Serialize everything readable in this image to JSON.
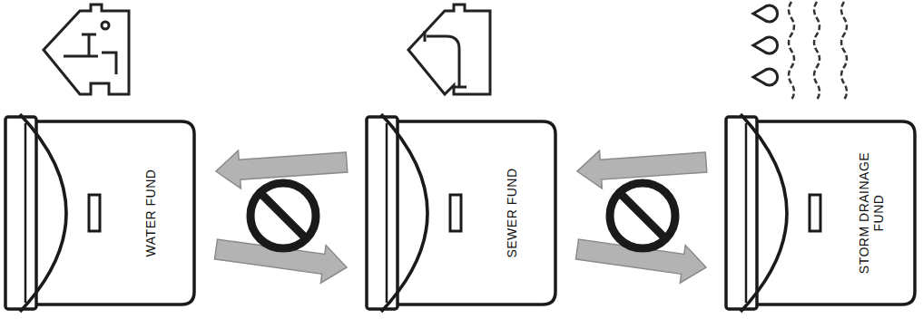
{
  "diagram": {
    "nodes": [
      {
        "text": [
          "WATER FUND"
        ]
      },
      {
        "text": [
          "SEWER FUND"
        ]
      },
      {
        "text": [
          "STORM DRAINAGE FUND"
        ]
      }
    ],
    "edges": [
      {
        "from": 0,
        "to": 1,
        "arrow": "both"
      },
      {
        "from": 1,
        "to": 2,
        "arrow": "both"
      }
    ]
  }
}
